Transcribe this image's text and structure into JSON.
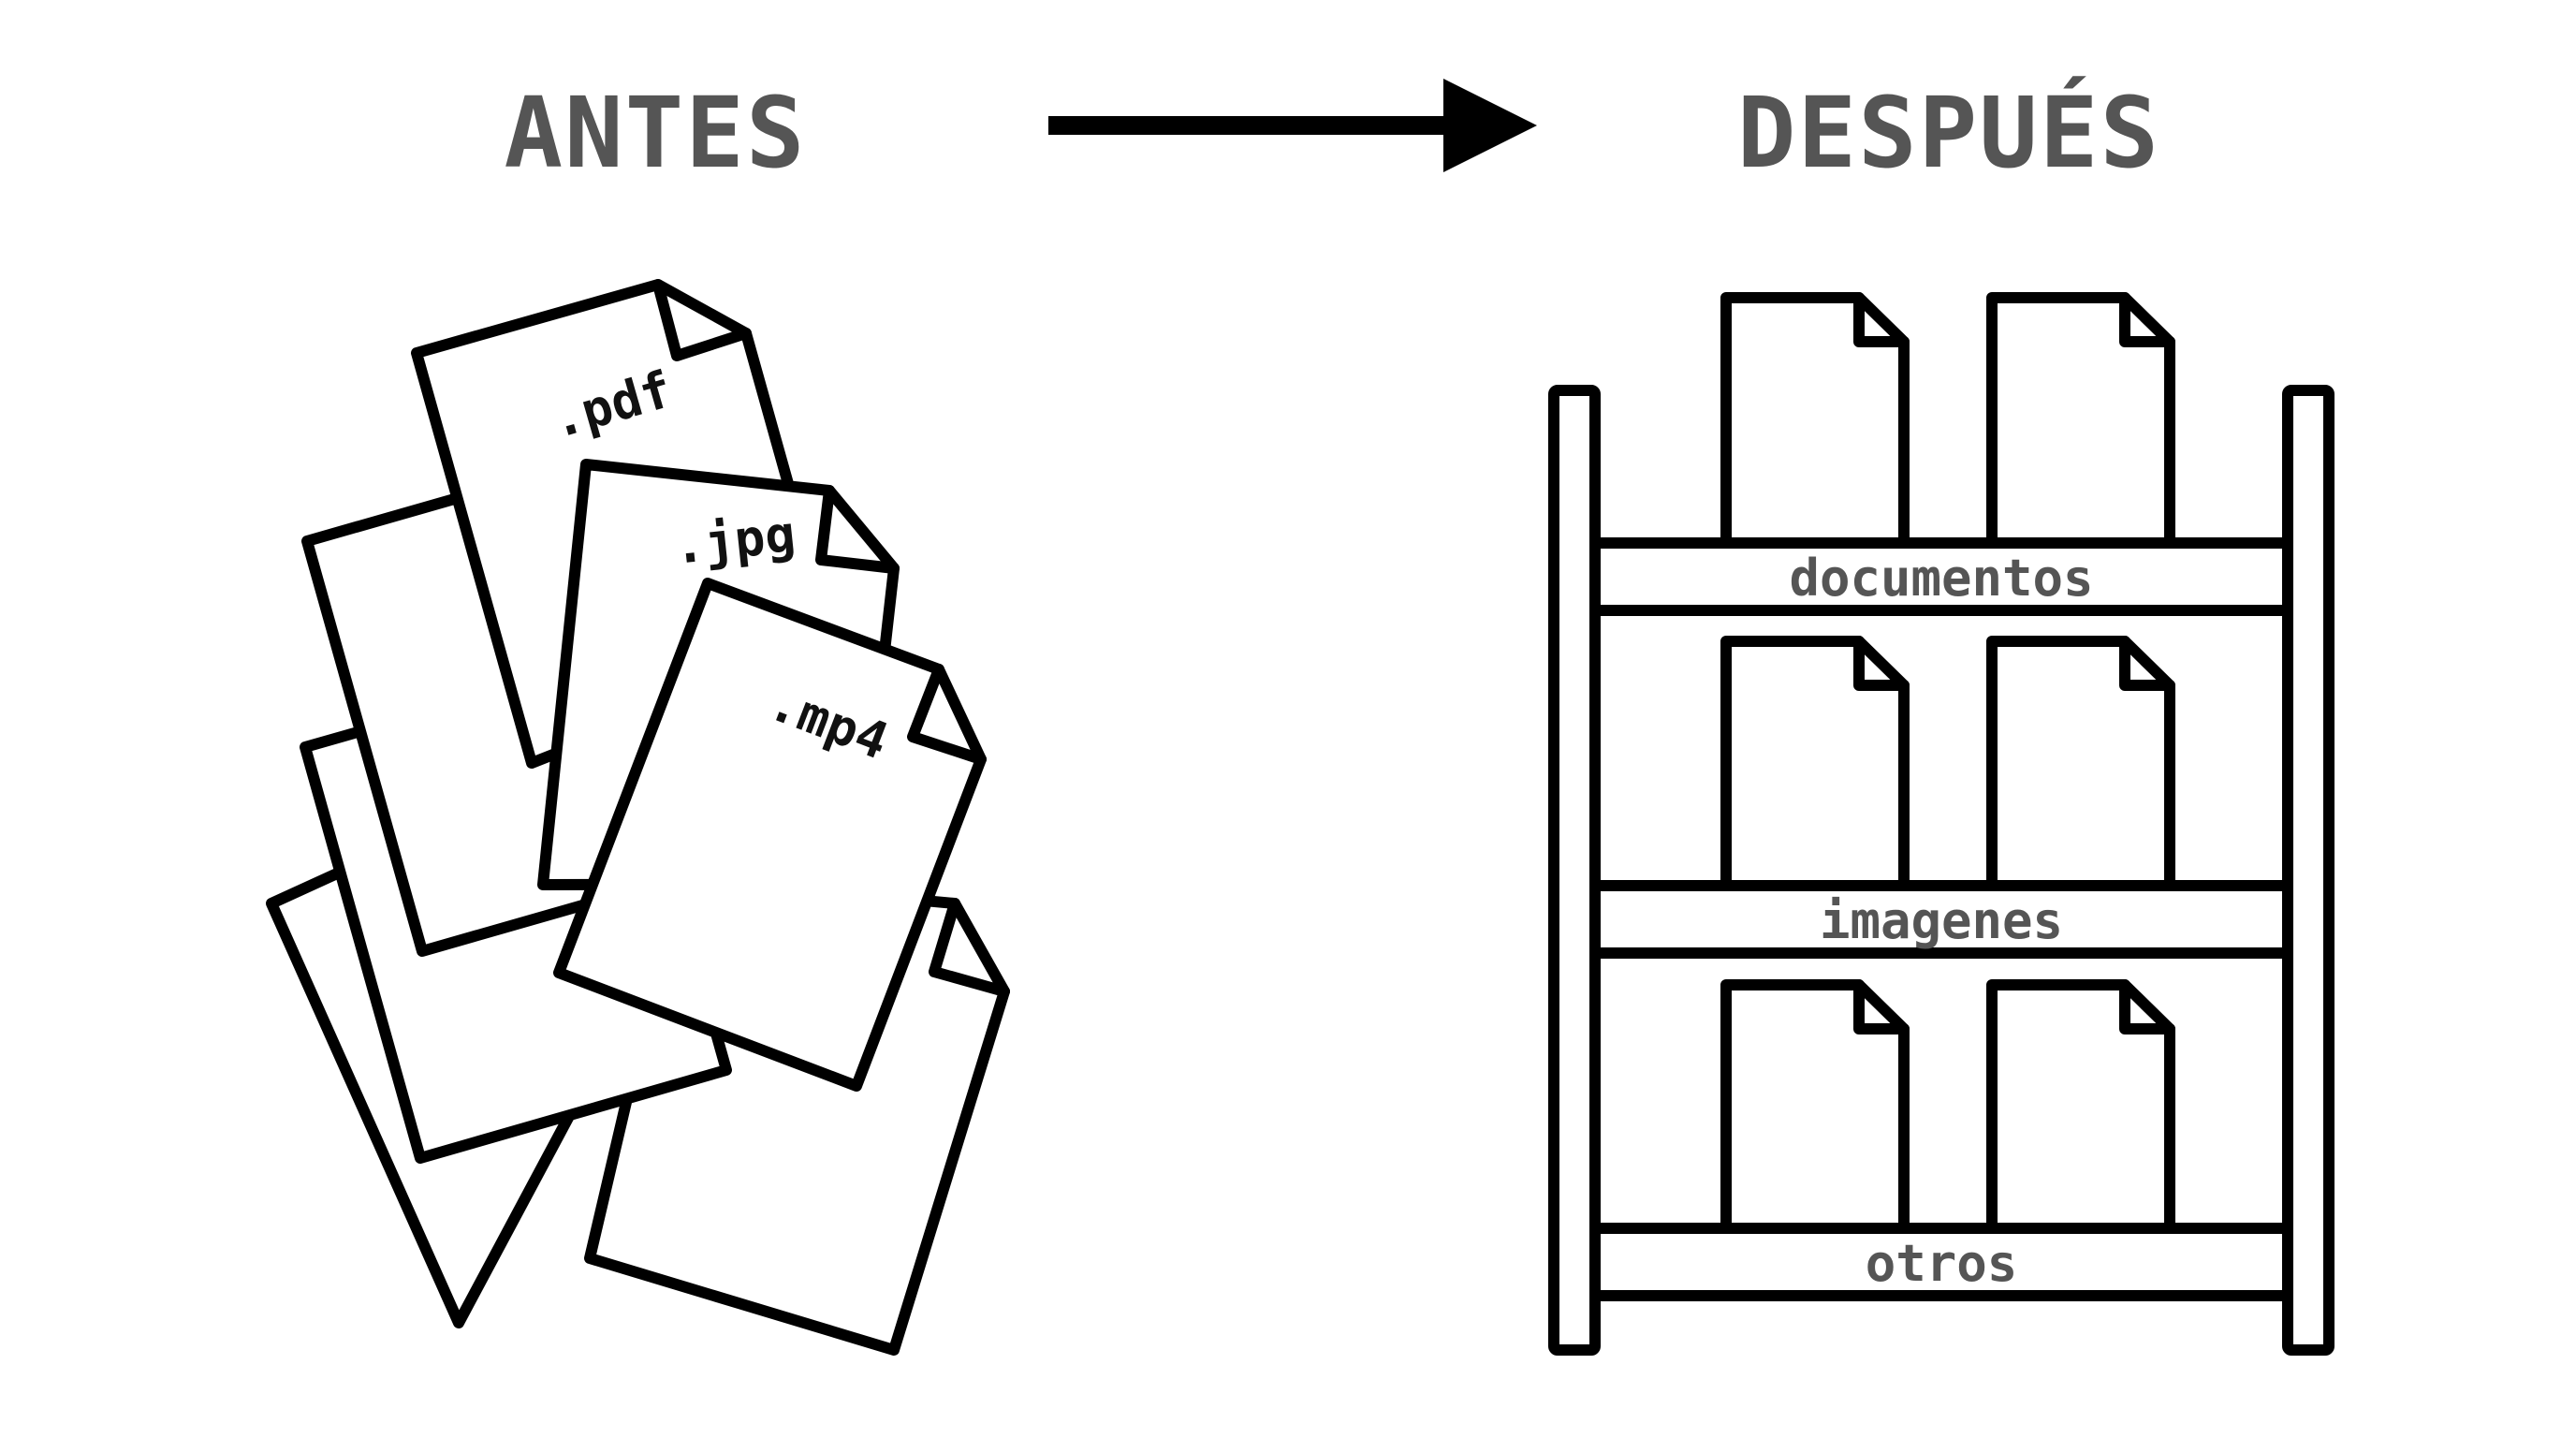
{
  "before": {
    "heading": "ANTES",
    "file_extensions": [
      ".pdf",
      ".jpg",
      ".mp4"
    ]
  },
  "after": {
    "heading": "DESPUÉS",
    "shelves": [
      {
        "label": "documentos"
      },
      {
        "label": "imagenes"
      },
      {
        "label": "otros"
      }
    ]
  },
  "arrow": {
    "direction": "right"
  },
  "colors": {
    "ink": "#000000",
    "heading": "#555555",
    "background": "#ffffff"
  }
}
